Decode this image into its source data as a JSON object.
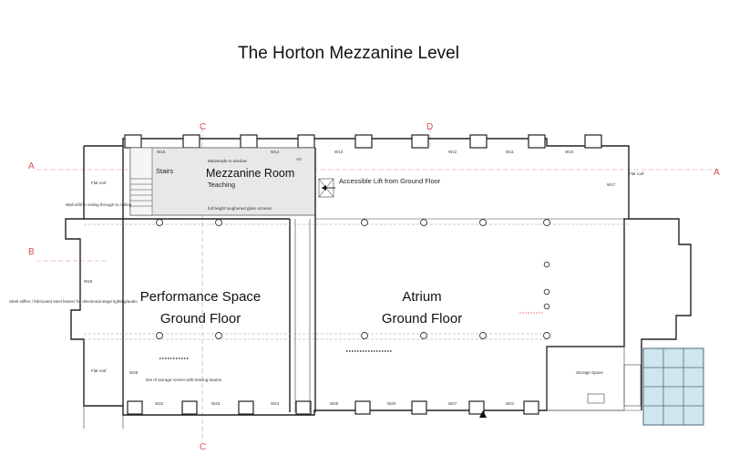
{
  "title": "The Horton Mezzanine Level",
  "grid_labels": {
    "a_left": "A",
    "a_right": "A",
    "b_left": "B",
    "c_top": "C",
    "c_bottom": "C",
    "d_top": "D"
  },
  "rooms": {
    "mezzanine_room": "Mezzanine Room",
    "teaching": "Teaching",
    "stairs": "Stairs",
    "performance_line1": "Performance Space",
    "performance_line2": "Ground Floor",
    "atrium_line1": "Atrium",
    "atrium_line2": "Ground Floor",
    "lift": "Accessible Lift from Ground Floor",
    "storage": "Storage Space"
  },
  "notes": {
    "flat_roof_left": "Flat roof",
    "flat_roof_right": "Flat roof",
    "flat_roof_bottom": "Flat roof",
    "balustrade": "Balustrade to window",
    "full_height_glass": "full height toughened glass screens",
    "wall_note": "Wall infill to ceiling through to ceiling",
    "lighting_note": "Steel stiffen / fabricated steel beams for directional stage lighting/audio",
    "line_storage": "line of storage screen with bracing beams",
    "art": "Art"
  },
  "window_tags": [
    "W15",
    "W14",
    "W13",
    "W12",
    "W11",
    "W10",
    "W17",
    "W19",
    "W22",
    "W23",
    "W24",
    "W25",
    "W26",
    "W27",
    "W21",
    "W20"
  ]
}
